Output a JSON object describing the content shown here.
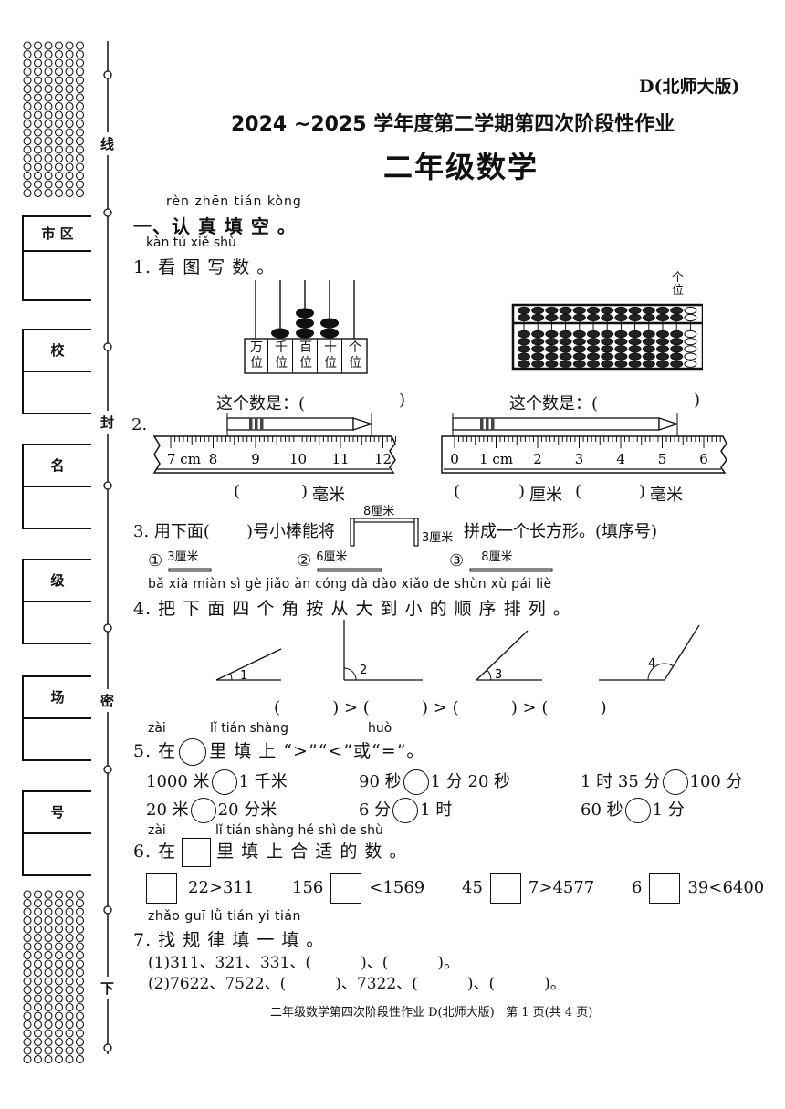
{
  "header": {
    "edition": "D(北师大版)",
    "title": "2024 ~2025 学年度第二学期第四次阶段性作业",
    "subject": "二年级数学"
  },
  "binding_strip": {
    "fields": [
      "市 区",
      "校",
      "名",
      "级",
      "场",
      "号"
    ],
    "marks": [
      "线",
      "封",
      "密",
      "下"
    ]
  },
  "section1": {
    "pinyin": "rèn zhēn tián kòng",
    "title": "一、认 真 填 空 。"
  },
  "q1": {
    "pinyin": "kàn tú xiě shù",
    "text": "1. 看 图 写 数 。",
    "abacus_labels": [
      [
        "万",
        "位"
      ],
      [
        "千",
        "位"
      ],
      [
        "百",
        "位"
      ],
      [
        "十",
        "位"
      ],
      [
        "个",
        "位"
      ]
    ],
    "abacus_beads": [
      0,
      1,
      3,
      2,
      0
    ],
    "suanpan_label": [
      "个",
      "位"
    ],
    "answer1": "这个数是：(",
    "answer2": "这个数是：(",
    "close": ")"
  },
  "q2": {
    "num": "2.",
    "ruler1_labels": [
      "7 cm",
      "8",
      "9",
      "10",
      "11",
      "12"
    ],
    "ruler2_labels": [
      "0",
      "1 cm",
      "2",
      "3",
      "4",
      "5",
      "6"
    ],
    "blank_open": "(",
    "blank_close": ")",
    "unit_mm": "毫米",
    "unit_cm": "厘米"
  },
  "q3": {
    "text_a": "3. 用下面(",
    "text_b": ")号小棒能将",
    "text_c": "拼成一个长方形。(填序号)",
    "frame_top": "8厘米",
    "frame_side": "3厘米",
    "options": [
      {
        "num": "①",
        "label": "3厘米"
      },
      {
        "num": "②",
        "label": "6厘米"
      },
      {
        "num": "③",
        "label": "8厘米"
      }
    ]
  },
  "q4": {
    "pinyin": "bǎ xià miàn sì gè jiǎo àn cóng dà dào xiǎo de shùn xù pái liè",
    "text": "4. 把 下 面 四 个 角 按 从 大 到 小 的 顺 序 排 列 。",
    "angles": [
      "1",
      "2",
      "3",
      "4"
    ],
    "order": "(          ) > (          ) > (          ) > (          )"
  },
  "q5": {
    "pinyin1": "zài",
    "pinyin2": "lǐ  tián shàng",
    "pinyin3": "huò",
    "text_a": "5. 在",
    "text_b": "里 填  上 “>”“<”或“=”。",
    "items": [
      [
        "1000 米",
        "1 千米"
      ],
      [
        "90 秒",
        "1 分 20 秒"
      ],
      [
        "1 时 35 分",
        "100 分"
      ],
      [
        "20 米",
        "20 分米"
      ],
      [
        "6 分",
        "1 时"
      ],
      [
        "60 秒",
        "1 分"
      ]
    ]
  },
  "q6": {
    "pinyin1": "zài",
    "pinyin2": "lǐ  tián shàng hé shì de shù",
    "text_a": "6. 在",
    "text_b": "里 填  上 合 适 的 数 。",
    "items": [
      {
        "pre": "",
        "post": "22>311"
      },
      {
        "pre": "156",
        "post": "<1569"
      },
      {
        "pre": "45",
        "post": "7>4577"
      },
      {
        "pre": "6",
        "post": "39<6400"
      }
    ]
  },
  "q7": {
    "pinyin": "zhǎo guī lǜ tián yi tián",
    "text": "7. 找 规 律 填 一 填 。",
    "line1": "(1)311、321、331、(          )、(          )。",
    "line2": "(2)7622、7522、(          )、7322、(          )、(          )。"
  },
  "footer": {
    "text": "二年级数学第四次阶段性作业 D(北师大版)   第 1 页(共 4 页)"
  }
}
